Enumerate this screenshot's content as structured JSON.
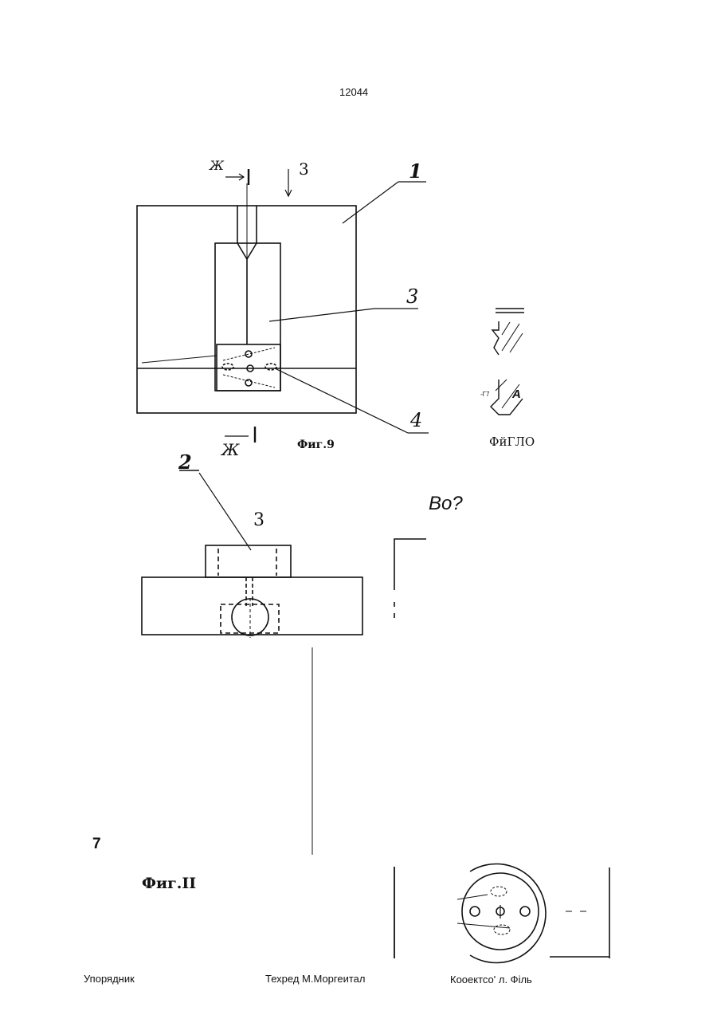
{
  "header": {
    "page_number": "12044"
  },
  "figures": {
    "fig9": {
      "caption": "Фиг.9",
      "section_letter_top": "Ж",
      "section_letter_bottom": "Ж",
      "view_arrow_label": "3",
      "callouts": [
        "1",
        "3",
        "4"
      ]
    },
    "fig10": {
      "caption": "ФйГЛО",
      "detail_label": "A",
      "small_note": "-Г7"
    },
    "fig_lower": {
      "callout_2": "2",
      "label_3": "3",
      "annotation": "Во?"
    },
    "fig11": {
      "side_number": "7",
      "caption": "Фиг.II"
    }
  },
  "footer": {
    "compiler": "Упорядник",
    "techred": "Техред М.Моргеитал",
    "corrector": "Кооектсо'  л. Філь"
  }
}
